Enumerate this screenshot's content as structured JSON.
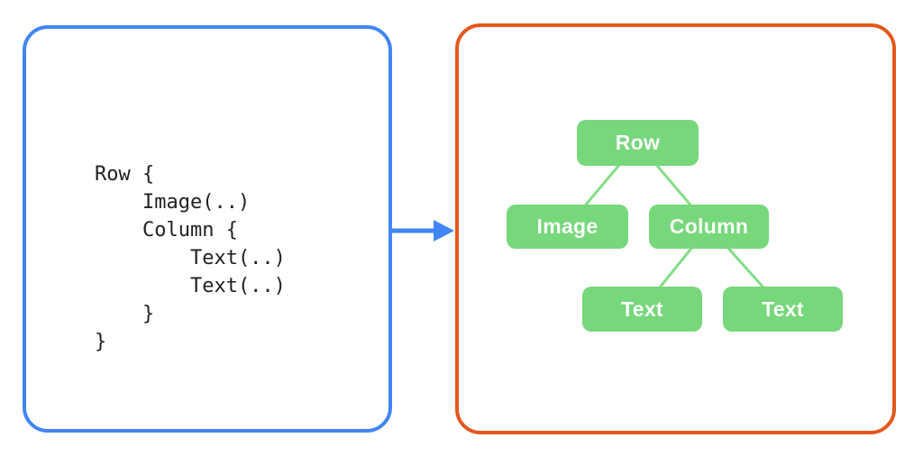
{
  "left_panel": {
    "code_lines": [
      "Row {",
      "    Image(..)",
      "    Column {",
      "        Text(..)",
      "        Text(..)",
      "    }",
      "}"
    ]
  },
  "right_panel": {
    "tree": {
      "nodes": [
        {
          "id": "row",
          "label": "Row"
        },
        {
          "id": "image",
          "label": "Image"
        },
        {
          "id": "column",
          "label": "Column"
        },
        {
          "id": "text-1",
          "label": "Text"
        },
        {
          "id": "text-2",
          "label": "Text"
        }
      ],
      "edges": [
        [
          "row",
          "image"
        ],
        [
          "row",
          "column"
        ],
        [
          "column",
          "text-1"
        ],
        [
          "column",
          "text-2"
        ]
      ]
    }
  },
  "colors": {
    "code_panel_border": "#4285F4",
    "tree_panel_border": "#E3571C",
    "node_fill": "#77D77B",
    "edge_stroke": "#83DD86",
    "arrow": "#4285F4",
    "code_text": "#202124"
  }
}
